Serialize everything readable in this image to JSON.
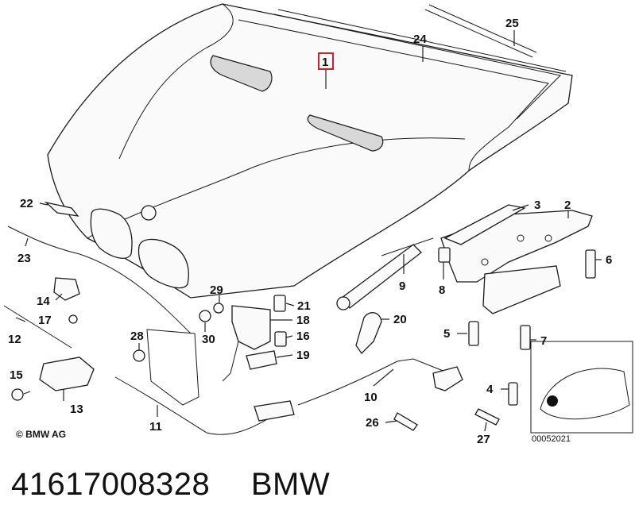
{
  "callouts": [
    {
      "id": "c1",
      "label": "1"
    },
    {
      "id": "c2",
      "label": "2"
    },
    {
      "id": "c3",
      "label": "3"
    },
    {
      "id": "c4",
      "label": "4"
    },
    {
      "id": "c5",
      "label": "5"
    },
    {
      "id": "c6",
      "label": "6"
    },
    {
      "id": "c7",
      "label": "7"
    },
    {
      "id": "c8",
      "label": "8"
    },
    {
      "id": "c9",
      "label": "9"
    },
    {
      "id": "c10",
      "label": "10"
    },
    {
      "id": "c11",
      "label": "11"
    },
    {
      "id": "c12",
      "label": "12"
    },
    {
      "id": "c13",
      "label": "13"
    },
    {
      "id": "c14",
      "label": "14"
    },
    {
      "id": "c15",
      "label": "15"
    },
    {
      "id": "c16",
      "label": "16"
    },
    {
      "id": "c17",
      "label": "17"
    },
    {
      "id": "c18",
      "label": "18"
    },
    {
      "id": "c19",
      "label": "19"
    },
    {
      "id": "c20",
      "label": "20"
    },
    {
      "id": "c21",
      "label": "21"
    },
    {
      "id": "c22",
      "label": "22"
    },
    {
      "id": "c23",
      "label": "23"
    },
    {
      "id": "c24",
      "label": "24"
    },
    {
      "id": "c25",
      "label": "25"
    },
    {
      "id": "c26",
      "label": "26"
    },
    {
      "id": "c27",
      "label": "27"
    },
    {
      "id": "c28",
      "label": "28"
    },
    {
      "id": "c29",
      "label": "29"
    },
    {
      "id": "c30",
      "label": "30"
    }
  ],
  "highlighted_part": "1",
  "highlight_color": "#d0202a",
  "copyright": "© BMW AG",
  "inset_code": "00052021",
  "footer": {
    "part_number": "41617008328",
    "brand": "BMW"
  }
}
